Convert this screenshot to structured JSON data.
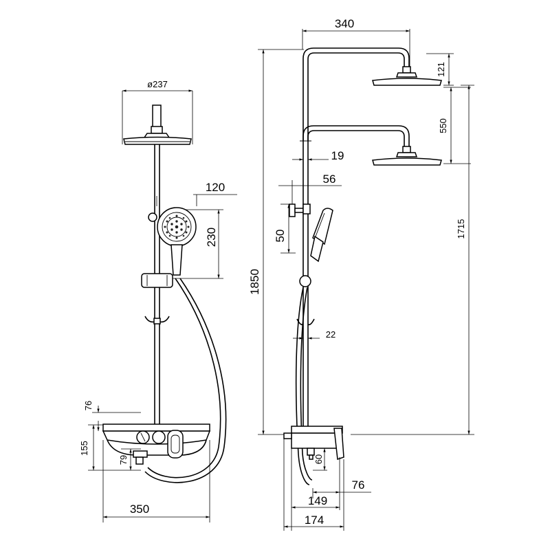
{
  "front_view": {
    "head_diameter": "ø237",
    "handheld_width": "120",
    "handheld_height": "230",
    "shelf_top": "76",
    "valve_height": "155",
    "spout_offset": "79",
    "overall_width": "350"
  },
  "side_view": {
    "arm_reach": "340",
    "head_drop": "121",
    "head_spacing": "550",
    "riser_offset": "19",
    "bracket_depth": "56",
    "bracket_height": "50",
    "total_height": "1850",
    "head_height": "1715",
    "hook_depth": "22",
    "spout_drop": "60",
    "base_depth": "149",
    "handle_depth": "76",
    "overall_depth": "174"
  }
}
